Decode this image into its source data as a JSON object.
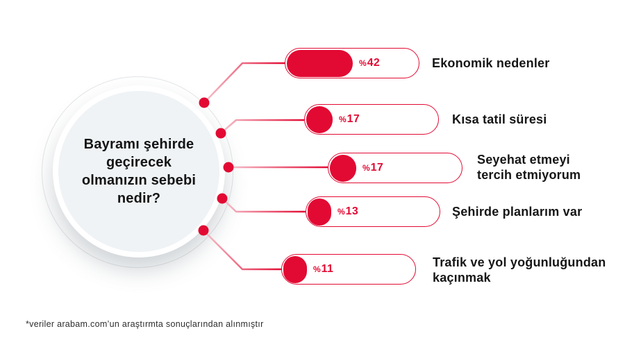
{
  "colors": {
    "accent_red": "#e20a33",
    "accent_pink": "#f6c3cd",
    "circle_fill": "#eff3f5",
    "text_dark": "#161616"
  },
  "question": {
    "text": "Bayramı şehirde\ngeçirecek\nolmanızın sebebi\nnedir?"
  },
  "footnote": "*veriler arabam.com’un araştırmta sonuçlarından alınmıştır",
  "chart_data": {
    "type": "bar",
    "title": "Bayramı şehirde geçirecek olmanızın sebebi nedir?",
    "unit": "percent",
    "percent_prefix": "%",
    "categories": [
      "Ekonomik nedenler",
      "Kısa tatil süresi",
      "Seyehat etmeyi tercih etmiyorum",
      "Şehirde planlarım var",
      "Trafik ve yol yoğunluğundan kaçınmak"
    ],
    "values": [
      42,
      17,
      17,
      13,
      11
    ],
    "items": [
      {
        "label": "Ekonomik nedenler",
        "value": 42,
        "value_display": "42"
      },
      {
        "label": "Kısa tatil süresi",
        "value": 17,
        "value_display": "17"
      },
      {
        "label": "Seyehat etmeyi\ntercih etmiyorum",
        "value": 17,
        "value_display": "17"
      },
      {
        "label": "Şehirde planlarım var",
        "value": 13,
        "value_display": "13"
      },
      {
        "label": "Trafik ve yol yoğunluğundan\nkaçınmak",
        "value": 11,
        "value_display": "11"
      }
    ],
    "legend": "none",
    "source_note": "*veriler arabam.com’un araştırmta sonuçlarından alınmıştır"
  }
}
